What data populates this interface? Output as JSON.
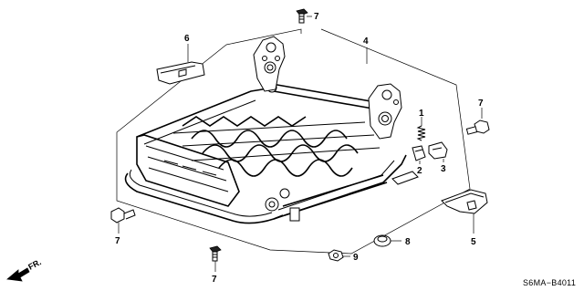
{
  "callouts": {
    "c1": "1",
    "c2": "2",
    "c3": "3",
    "c4": "4",
    "c5": "5",
    "c6": "6",
    "c7a": "7",
    "c7b": "7",
    "c7c": "7",
    "c7d": "7",
    "c8": "8",
    "c9": "9"
  },
  "direction_label": "FR.",
  "diagram_code": "S6MA−B4011"
}
